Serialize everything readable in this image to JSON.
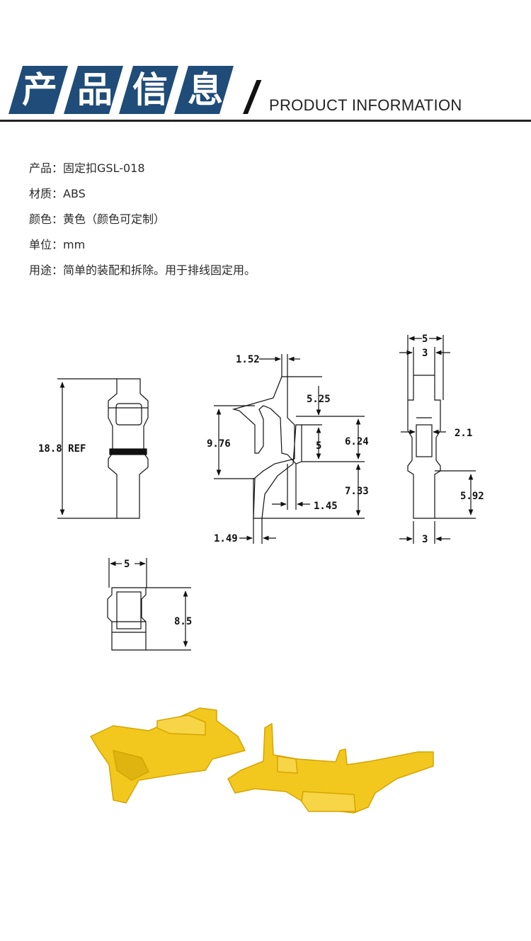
{
  "header": {
    "chars": [
      "产",
      "品",
      "信",
      "息"
    ],
    "title_en": "PRODUCT INFORMATION",
    "accent": "#1f4c78"
  },
  "info": [
    {
      "label": "产品：",
      "value": "固定扣GSL-018"
    },
    {
      "label": "材质：",
      "value": "ABS"
    },
    {
      "label": "颜色：",
      "value": "黄色（颜色可定制）"
    },
    {
      "label": "单位：",
      "value": "mm"
    },
    {
      "label": "用途：",
      "value": "简单的装配和拆除。用于排线固定用。"
    }
  ],
  "drawing": {
    "front_height": "18.8 REF",
    "side": [
      "1.52",
      "5.25",
      "9.76",
      "5",
      "6.24",
      "7.33",
      "1.45",
      "1.49"
    ],
    "end": [
      "5",
      "3",
      "2.1",
      "5.92",
      "3"
    ],
    "bottom": [
      "5",
      "8.5"
    ]
  },
  "product_color": "#f2c81e"
}
